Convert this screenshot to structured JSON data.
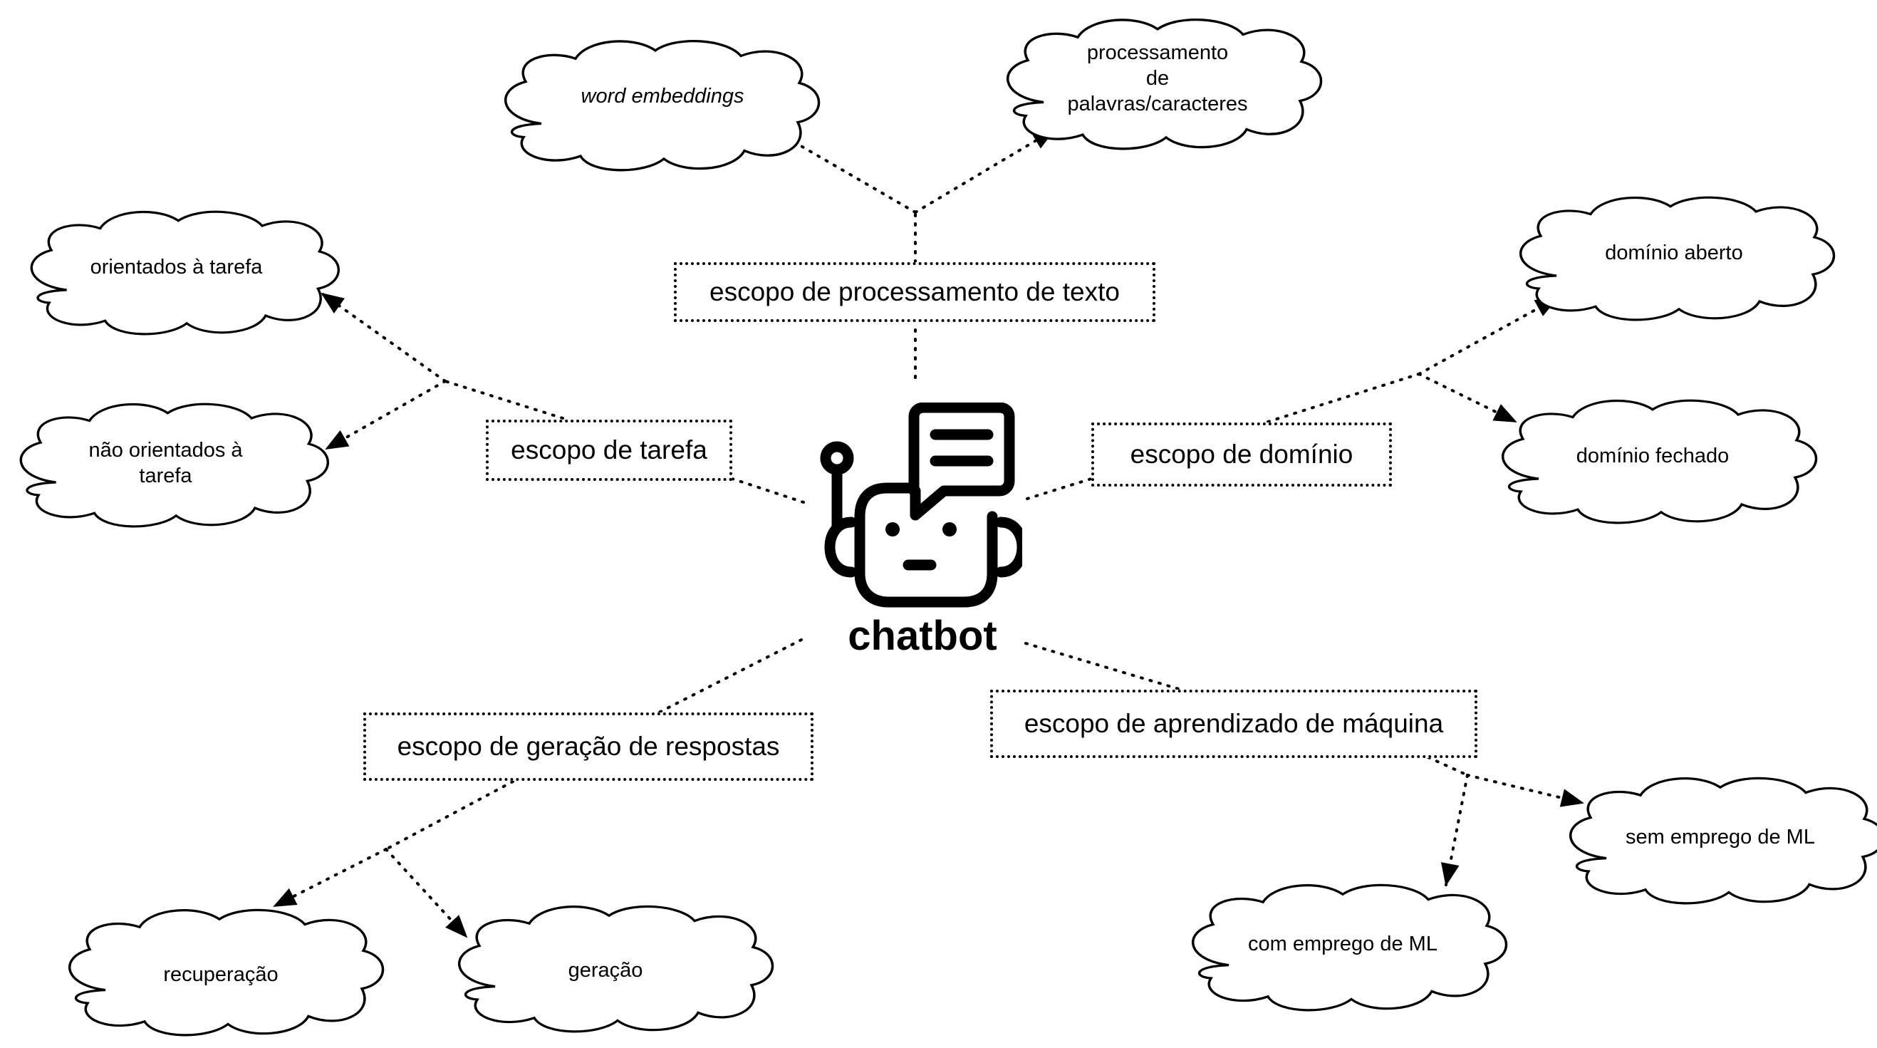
{
  "central": {
    "label": "chatbot",
    "icon": "chatbot-robot-icon"
  },
  "scopes": {
    "text_processing": "escopo de processamento de texto",
    "task": "escopo de tarefa",
    "domain": "escopo de domínio",
    "response_generation": "escopo de geração de respostas",
    "machine_learning": "escopo de aprendizado de máquina"
  },
  "clouds": {
    "word_embeddings": [
      "word embeddings"
    ],
    "char_processing": [
      "processamento",
      "de",
      "palavras/caracteres"
    ],
    "task_oriented": [
      "orientados à tarefa"
    ],
    "non_task_oriented": [
      "não orientados à",
      "tarefa"
    ],
    "open_domain": [
      "domínio aberto"
    ],
    "closed_domain": [
      "domínio fechado"
    ],
    "retrieval": [
      "recuperação"
    ],
    "generation": [
      "geração"
    ],
    "with_ml": [
      "com emprego de ML"
    ],
    "without_ml": [
      "sem emprego de ML"
    ]
  },
  "style": {
    "stroke": "#000000",
    "fill": "#ffffff",
    "connector": "dotted-arrow"
  }
}
